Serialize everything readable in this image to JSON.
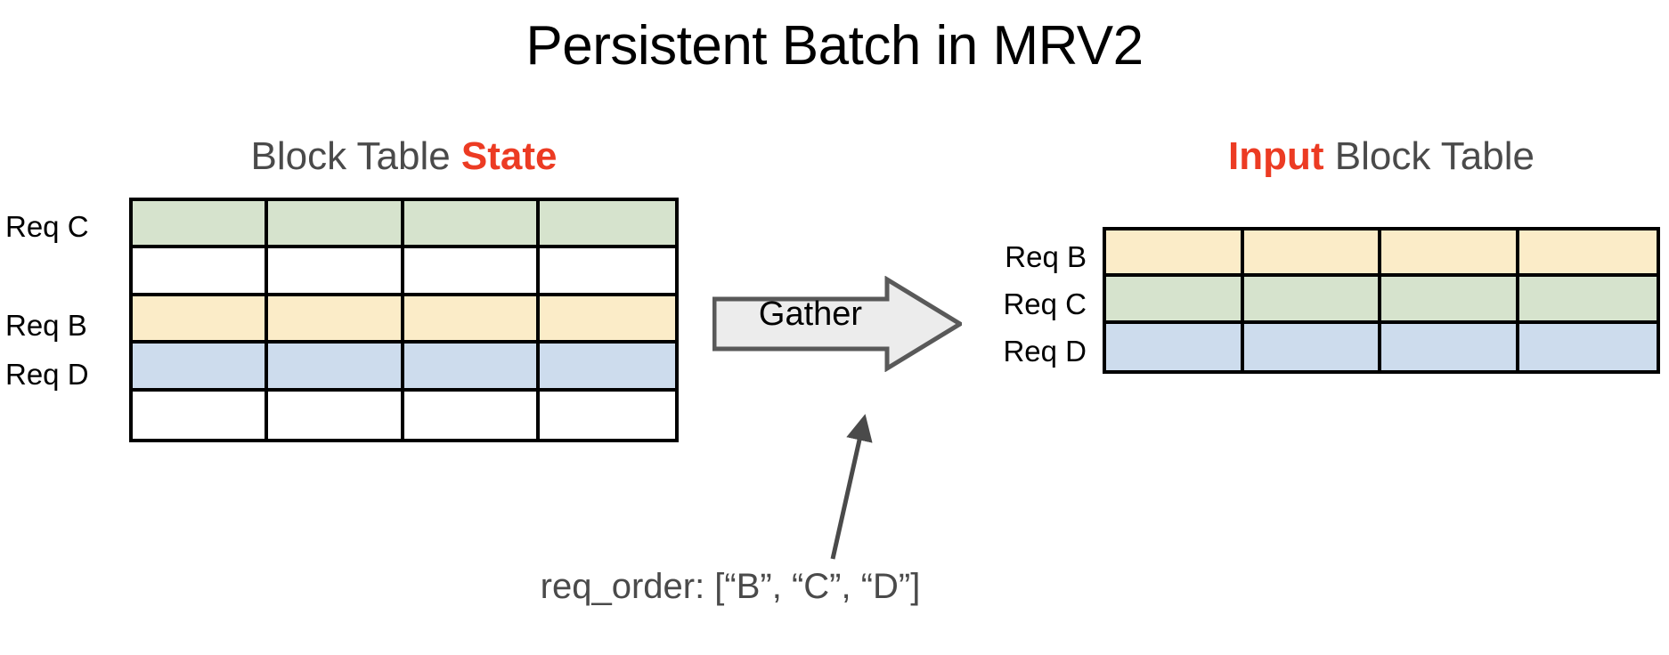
{
  "title": "Persistent Batch in MRV2",
  "colors": {
    "green": "#d6e3cd",
    "yellow": "#fbecc8",
    "blue": "#cddced",
    "white": "#ffffff",
    "accent_red": "#ec3b23",
    "heading_gray": "#4a4a4a",
    "border_black": "#000000",
    "arrow_fill": "#ececec",
    "arrow_stroke": "#595959"
  },
  "left_panel": {
    "heading_prefix": "Block Table ",
    "heading_accent": "State",
    "labels": [
      "Req C",
      "",
      "Req B",
      "Req D",
      ""
    ],
    "rows": [
      {
        "label": "Req C",
        "fill": "green",
        "cells": [
          "",
          "",
          "",
          ""
        ]
      },
      {
        "label": "",
        "fill": "white",
        "cells": [
          "",
          "",
          "",
          ""
        ]
      },
      {
        "label": "Req B",
        "fill": "yellow",
        "cells": [
          "",
          "",
          "",
          ""
        ]
      },
      {
        "label": "Req D",
        "fill": "blue",
        "cells": [
          "",
          "",
          "",
          ""
        ]
      },
      {
        "label": "",
        "fill": "white",
        "cells": [
          "",
          "",
          "",
          ""
        ]
      }
    ]
  },
  "right_panel": {
    "heading_accent": "Input",
    "heading_suffix": " Block Table",
    "labels": [
      "Req B",
      "Req C",
      "Req D"
    ],
    "rows": [
      {
        "label": "Req B",
        "fill": "yellow",
        "cells": [
          "",
          "",
          "",
          ""
        ]
      },
      {
        "label": "Req C",
        "fill": "green",
        "cells": [
          "",
          "",
          "",
          ""
        ]
      },
      {
        "label": "Req D",
        "fill": "blue",
        "cells": [
          "",
          "",
          "",
          ""
        ]
      }
    ]
  },
  "gather": {
    "label": "Gather"
  },
  "caption": {
    "text": "req_order: [“B”, “C”, “D”]"
  }
}
